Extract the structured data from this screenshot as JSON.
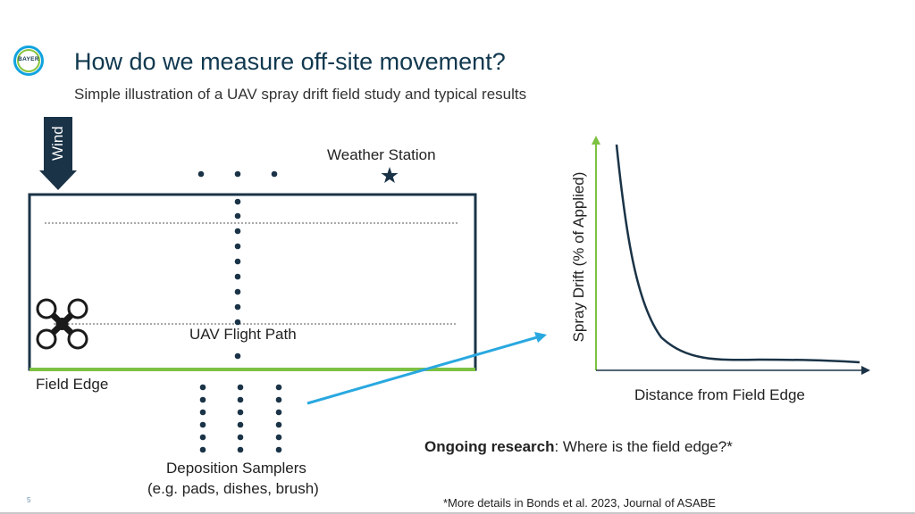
{
  "header": {
    "title": "How do we measure off-site movement?",
    "subtitle": "Simple illustration of a UAV spray drift field study and typical results",
    "logo_text": "BAYER"
  },
  "diagram": {
    "wind_label": "Wind",
    "weather_station_label": "Weather Station",
    "flight_path_label": "UAV Flight Path",
    "field_edge_label": "Field Edge",
    "samplers_label_line1": "Deposition Samplers",
    "samplers_label_line2": "(e.g. pads, dishes, brush)"
  },
  "graph": {
    "ylabel": "Spray Drift (% of Applied)",
    "xlabel": "Distance from Field Edge"
  },
  "research": {
    "bold_prefix": "Ongoing research",
    "text": ": Where is the field edge?*"
  },
  "footnote": "*More details in Bonds et al. 2023, Journal of ASABE",
  "page_number": "5",
  "colors": {
    "title": "#10384f",
    "dark_navy": "#1a3347",
    "field_edge_green": "#7dc142",
    "arrow_blue": "#29a8e0",
    "axis_green": "#7dc142"
  }
}
